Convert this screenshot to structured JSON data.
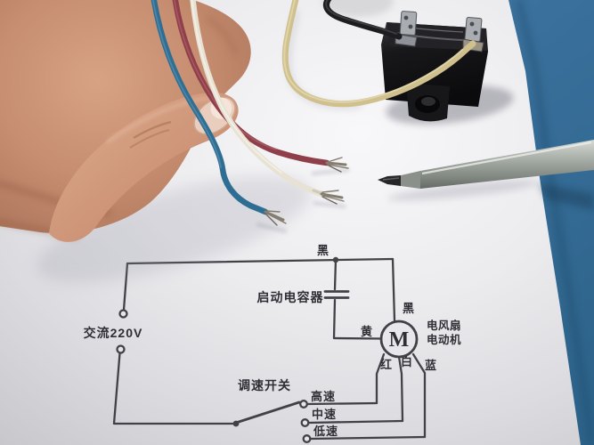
{
  "scene": {
    "description": "Photograph: a hand holds three stripped fan-motor wires (maroon, white, blue) above a printed wiring diagram sheet; a black start capacitor with a yellow and a black wire sits at top, a screwdriver lies across the paper edge on a blue desk mat.",
    "objects": [
      "hand",
      "thumb",
      "wire-bundle",
      "start-capacitor",
      "screwdriver",
      "paper-sheet",
      "circuit-diagram",
      "desk-mat"
    ],
    "colors": {
      "desk_blue": "#3e74a0",
      "desk_blue_dark": "#2c6288",
      "paper": "#ededf0",
      "ink": "#3b3b41",
      "skin": "#c98e71",
      "wire_maroon": "#8f3f4a",
      "wire_white": "#e7e2d4",
      "wire_blue": "#2f6e93",
      "wire_yellow": "#cfc08e",
      "wire_black": "#1d1d1f",
      "capacitor_black": "#121214",
      "screwdriver_gray": "#a8ada8",
      "copper": "#857d6f"
    }
  },
  "diagram": {
    "labels": {
      "power": "交流220V",
      "start_capacitor": "启动电容器",
      "wire_black_top": "黑",
      "wire_black_motor": "黑",
      "wire_yellow": "黄",
      "motor": "M",
      "device_line1": "电风扇",
      "device_line2": "电动机",
      "wire_red": "红",
      "wire_white": "白",
      "wire_blue": "蓝",
      "speed_switch": "调速开关",
      "speed_high": "高速",
      "speed_mid": "中速",
      "speed_low": "低速"
    }
  }
}
